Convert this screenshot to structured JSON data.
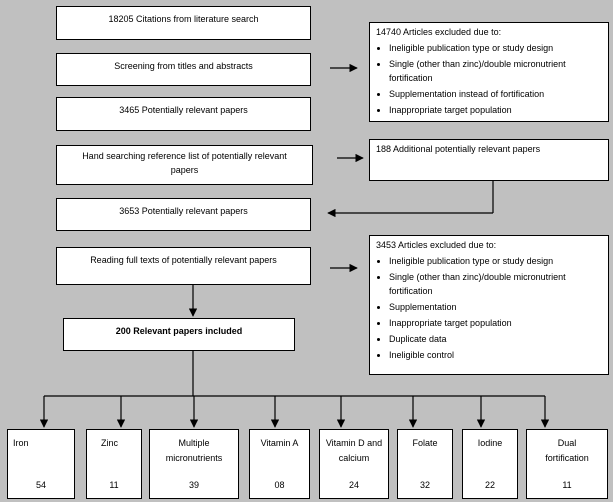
{
  "flow": {
    "b1": "18205 Citations from literature search",
    "b2": "Screening from titles and abstracts",
    "b3": "3465 Potentially relevant papers",
    "b4": "Hand searching reference list of potentially relevant papers",
    "b5": "3653 Potentially relevant papers",
    "b6": "Reading full texts of potentially relevant papers",
    "b7": "200 Relevant papers included"
  },
  "side": {
    "excl1": {
      "heading": "14740 Articles excluded due to:",
      "items": [
        "Ineligible publication type or study design",
        "Single (other than zinc)/double micronutrient fortification",
        "Supplementation instead of fortification",
        "Inappropriate target population"
      ]
    },
    "additional": "188 Additional potentially relevant papers",
    "excl2": {
      "heading": "3453 Articles excluded due to:",
      "items": [
        "Ineligible publication type or study design",
        "Single (other than zinc)/double micronutrient fortification",
        "Supplementation",
        "Inappropriate target population",
        "Duplicate data",
        "Ineligible control"
      ]
    }
  },
  "categories": [
    {
      "name": "Iron",
      "count": "54"
    },
    {
      "name": "Zinc",
      "count": "11"
    },
    {
      "name": "Multiple micronutrients",
      "count": "39"
    },
    {
      "name": "Vitamin A",
      "count": "08"
    },
    {
      "name": "Vitamin D and calcium",
      "count": "24"
    },
    {
      "name": "Folate",
      "count": "32"
    },
    {
      "name": "Iodine",
      "count": "22"
    },
    {
      "name": "Dual fortification",
      "count": "11"
    }
  ]
}
